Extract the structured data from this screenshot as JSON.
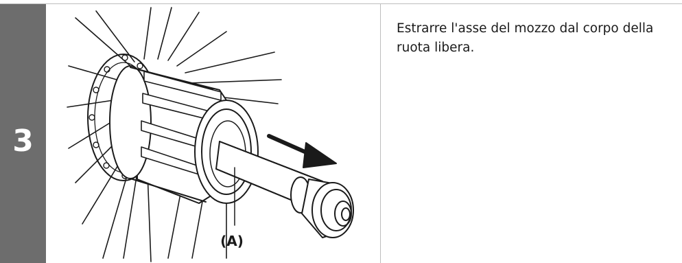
{
  "step": {
    "number": "3",
    "instruction": "Estrarre l'asse del mozzo dal corpo della ruota libera.",
    "callout_label": "(A)",
    "bar_color": "#6d6d6d",
    "line_color": "#1a1a1a"
  }
}
